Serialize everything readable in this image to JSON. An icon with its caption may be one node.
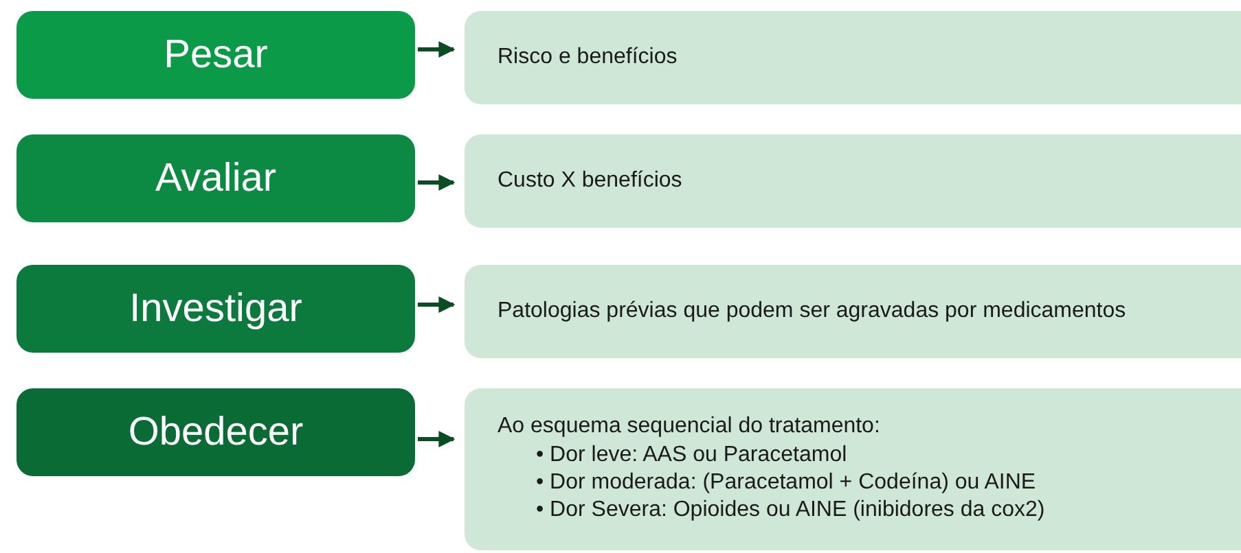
{
  "diagram": {
    "nodes": [
      {
        "text": [
          "Pesar"
        ]
      },
      {
        "text": [
          "Risco e benefícios"
        ]
      },
      {
        "text": [
          "Avaliar"
        ]
      },
      {
        "text": [
          "Custo X benefícios"
        ]
      },
      {
        "text": [
          "Investigar"
        ]
      },
      {
        "text": [
          "Patologias prévias que podem ser agravadas por medicamentos"
        ]
      },
      {
        "text": [
          "Obedecer"
        ]
      },
      {
        "text": [
          "Ao esquema sequencial do tratamento:",
          "• Dor leve: AAS ou Paracetamol",
          "• Dor moderada: (Paracetamol + Codeína) ou AINE",
          "• Dor Severa: Opioides ou AINE (inibidores da cox2)"
        ]
      }
    ],
    "edges": [
      {
        "from": 0,
        "to": 1,
        "arrow": "to"
      },
      {
        "from": 2,
        "to": 3,
        "arrow": "to"
      },
      {
        "from": 4,
        "to": 5,
        "arrow": "to"
      },
      {
        "from": 6,
        "to": 7,
        "arrow": "to"
      }
    ]
  }
}
